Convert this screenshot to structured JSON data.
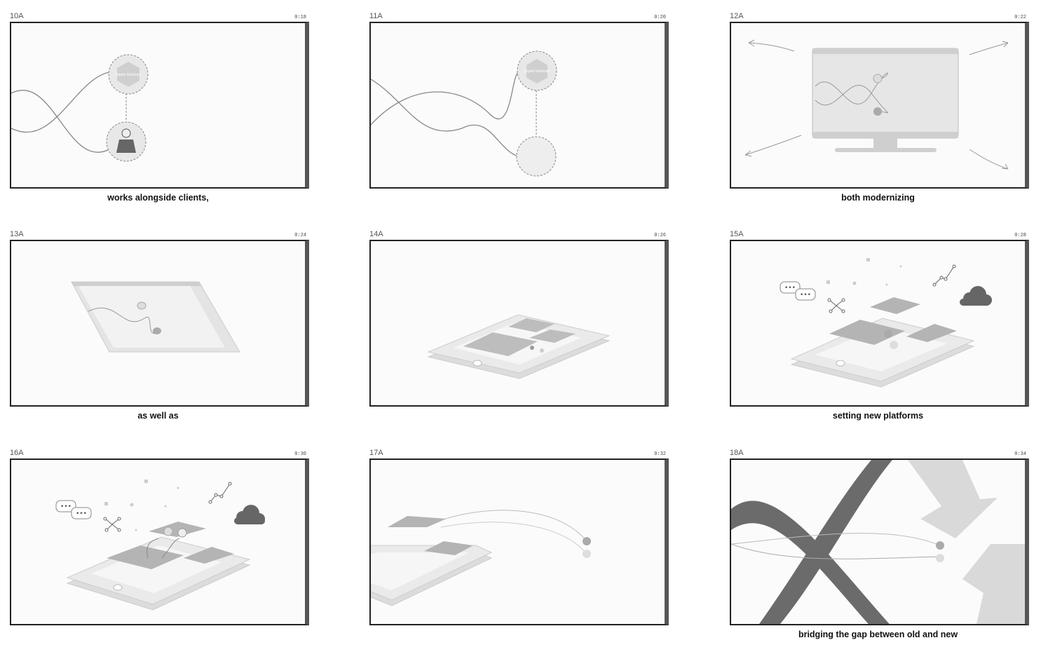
{
  "panels": [
    {
      "id": "10A",
      "time": "0:18",
      "caption": "works alongside clients,",
      "circle_label": "Digital Solutions"
    },
    {
      "id": "11A",
      "time": "0:20",
      "caption": "",
      "circle_label": "Digital Solutions"
    },
    {
      "id": "12A",
      "time": "0:22",
      "caption": "both modernizing"
    },
    {
      "id": "13A",
      "time": "0:24",
      "caption": "as well as"
    },
    {
      "id": "14A",
      "time": "0:26",
      "caption": ""
    },
    {
      "id": "15A",
      "time": "0:28",
      "caption": "setting new platforms"
    },
    {
      "id": "16A",
      "time": "0:30",
      "caption": ""
    },
    {
      "id": "17A",
      "time": "0:32",
      "caption": ""
    },
    {
      "id": "18A",
      "time": "0:34",
      "caption": "bridging the gap between old and new"
    }
  ],
  "colors": {
    "frame_border": "#222222",
    "frame_side": "#555555",
    "sketch_gray": "#999999",
    "dark_gray": "#6b6b6b"
  },
  "icons": [
    "digital-solutions-hexagon-icon",
    "person-icon",
    "monitor-icon",
    "tablet-icon",
    "chat-bubble-icon",
    "cloud-icon",
    "network-icon",
    "line-graph-icon",
    "arrow-icon"
  ]
}
